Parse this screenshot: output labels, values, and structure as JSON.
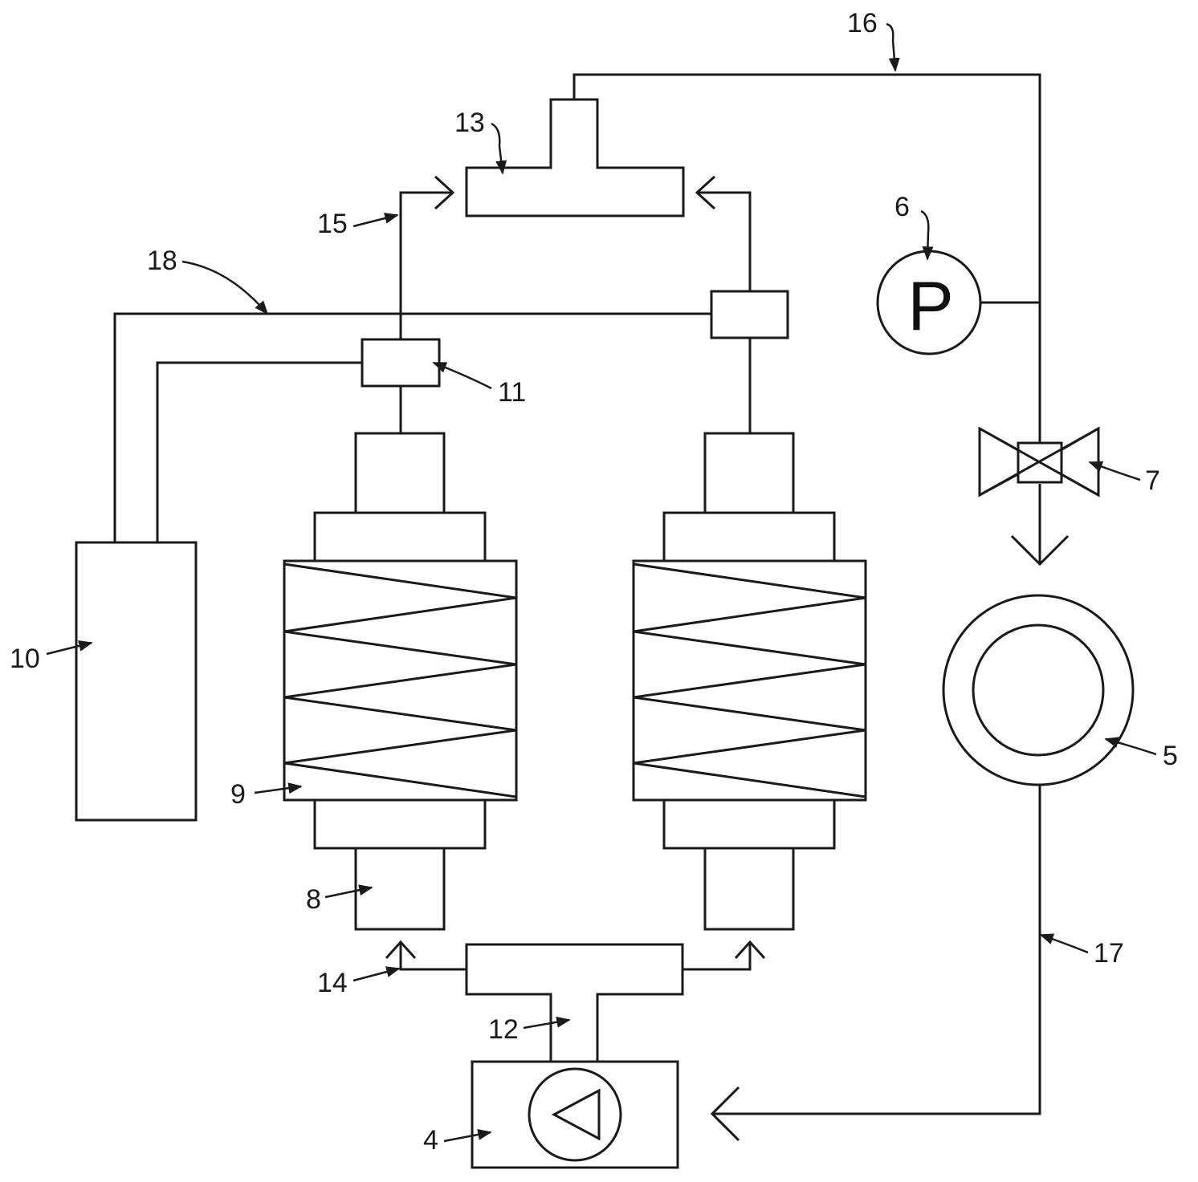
{
  "labels": {
    "l4": "4",
    "l5": "5",
    "l6": "6",
    "l7": "7",
    "l8": "8",
    "l9": "9",
    "l10": "10",
    "l11": "11",
    "l12": "12",
    "l13": "13",
    "l14": "14",
    "l15": "15",
    "l16": "16",
    "l17": "17",
    "l18": "18"
  },
  "gauge_symbol": "P",
  "colors": {
    "stroke": "#1a1a1a",
    "background": "#ffffff"
  }
}
